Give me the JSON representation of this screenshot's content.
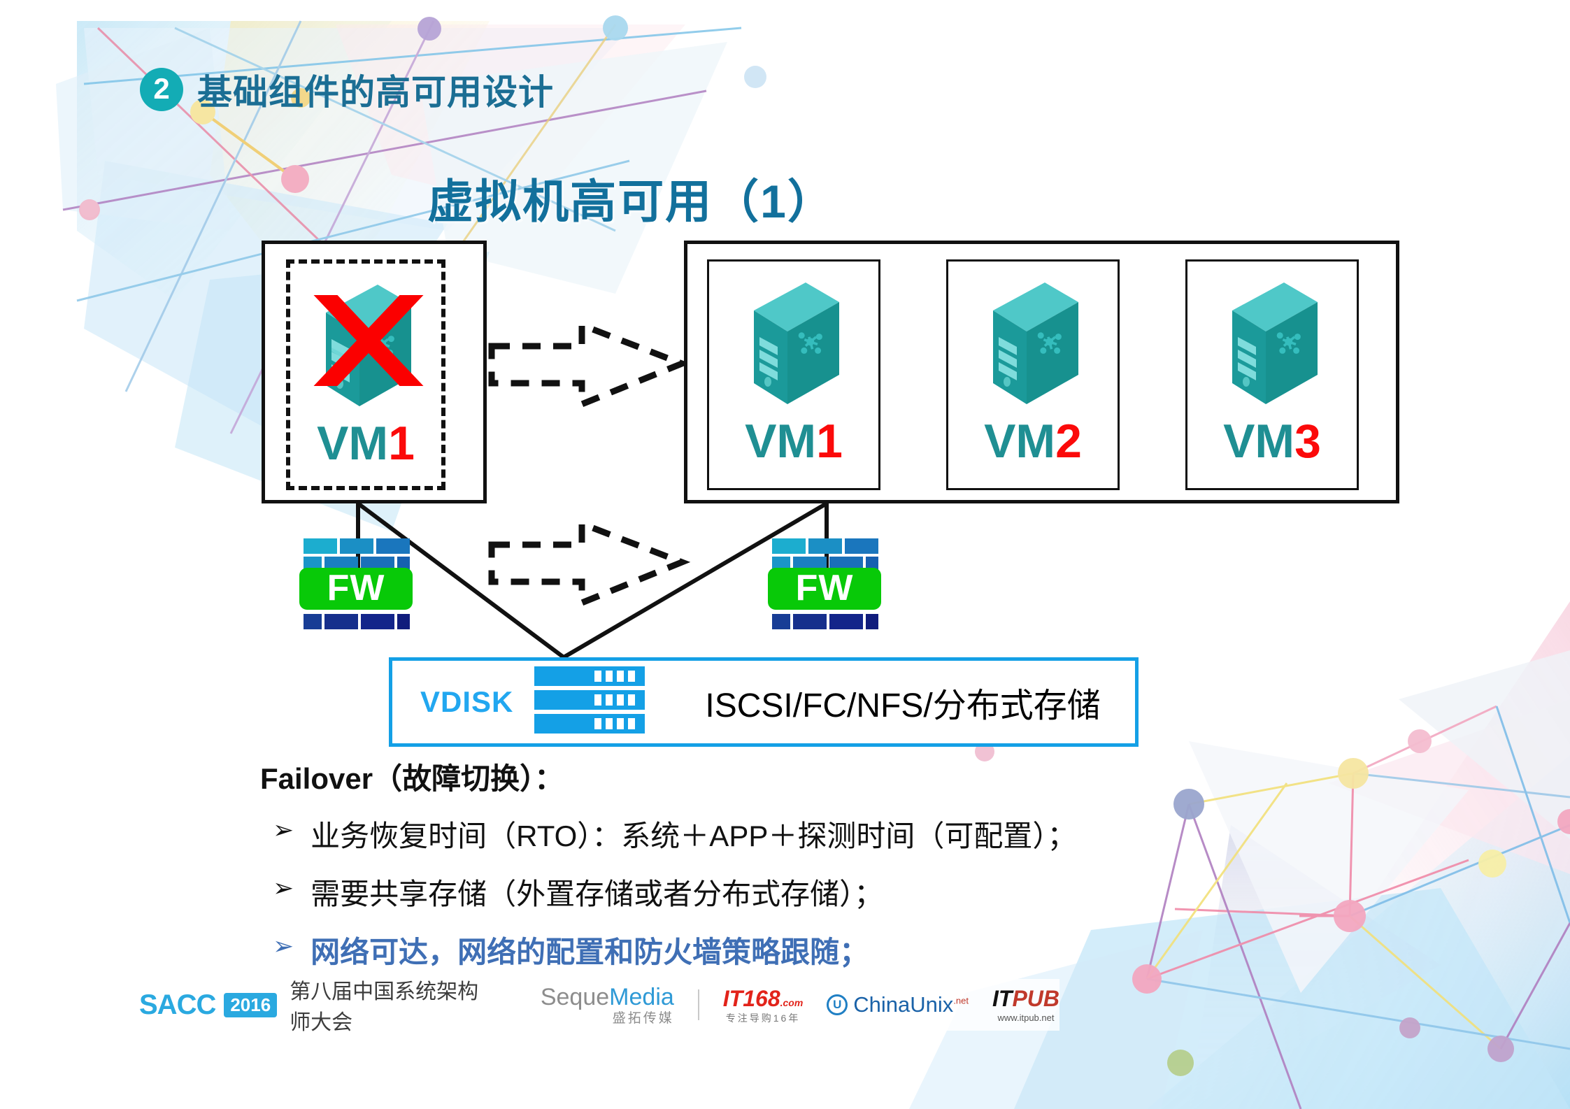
{
  "section": {
    "number": "2",
    "title": "基础组件的高可用设计"
  },
  "main_title": "虚拟机高可用（1）",
  "diagram": {
    "failed_host": {
      "vm": {
        "prefix": "VM",
        "number": "1",
        "status": "failed",
        "icon": "server-icon",
        "cross": "red-x-icon"
      }
    },
    "target_host": {
      "vms": [
        {
          "prefix": "VM",
          "number": "1",
          "icon": "server-icon"
        },
        {
          "prefix": "VM",
          "number": "2",
          "icon": "server-icon"
        },
        {
          "prefix": "VM",
          "number": "3",
          "icon": "server-icon"
        }
      ]
    },
    "firewalls": [
      {
        "label": "FW",
        "icon": "firewall-brick-icon"
      },
      {
        "label": "FW",
        "icon": "firewall-brick-icon"
      }
    ],
    "storage": {
      "label": "VDISK",
      "icon": "disk-array-icon",
      "description": "ISCSI/FC/NFS/分布式存储"
    },
    "arrows": [
      {
        "name": "vm-migration-arrow",
        "style": "dashed-block-arrow",
        "direction": "right"
      },
      {
        "name": "firewall-policy-arrow",
        "style": "dashed-block-arrow",
        "direction": "right"
      }
    ]
  },
  "failover": {
    "heading": "Failover（故障切换）：",
    "bullets": [
      {
        "marker": "➢",
        "text": "业务恢复时间（RTO）：系统＋APP＋探测时间（可配置）；",
        "highlight": false
      },
      {
        "marker": "➢",
        "text": "需要共享存储（外置存储或者分布式存储）；",
        "highlight": false
      },
      {
        "marker": "➢",
        "text": "网络可达，网络的配置和防火墙策略跟随；",
        "highlight": true
      }
    ]
  },
  "footer": {
    "sacc": {
      "word": "SACC",
      "year": "2016",
      "chinese": "第八届中国系统架构师大会"
    },
    "logos": [
      {
        "name": "sequemedia-logo",
        "main_a": "Seque",
        "main_b": "Media",
        "sub": "盛拓传媒"
      },
      {
        "name": "it168-logo",
        "main": "IT168",
        "dotcom": ".com",
        "sub": "专注导购16年"
      },
      {
        "name": "chinaunix-logo",
        "mark": "U",
        "text": "ChinaUnix",
        "tld": ".net"
      },
      {
        "name": "itpub-logo",
        "main_a": "IT",
        "main_b": "PUB",
        "sub": "www.itpub.net"
      }
    ]
  },
  "colors": {
    "accent_teal": "#13acb5",
    "title_blue": "#1b6e94",
    "heading_blue": "#12709c",
    "vm_teal": "#1f8f93",
    "vm_red": "#fb0a0a",
    "fw_green": "#08c908",
    "vdisk_blue": "#22a7f0",
    "bullet_highlight": "#3f6fb5"
  }
}
